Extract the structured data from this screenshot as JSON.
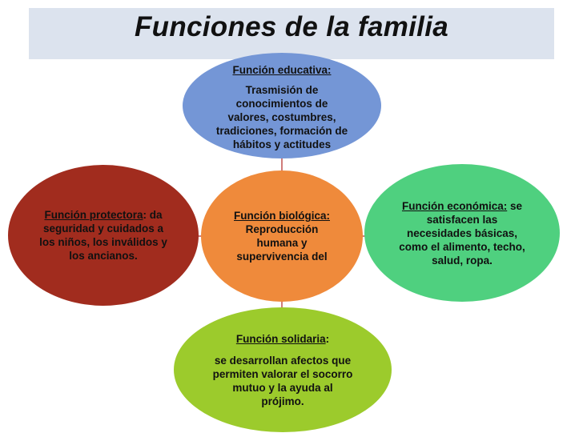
{
  "title": "Funciones de la familia",
  "colors": {
    "title_band": "#dce3ee",
    "educativa": "#7496d6",
    "biologica": "#ef8a3b",
    "solidaria": "#9ccb2c",
    "protectora": "#a12c1e",
    "economica": "#4fd07f",
    "connector": "#c0504d"
  },
  "nodes": {
    "educativa": {
      "heading": "Función educativa:",
      "lines": [
        "Trasmisión de",
        "conocimientos de",
        "valores, costumbres,",
        "tradiciones, formación de",
        "hábitos y actitudes"
      ]
    },
    "biologica": {
      "heading": "Función biológica:",
      "lines": [
        "Reproducción",
        "humana y",
        "supervivencia del"
      ]
    },
    "solidaria": {
      "heading": "Función solidaria",
      "heading_suffix": ":",
      "lines": [
        "se desarrollan afectos que",
        "permiten valorar el socorro",
        "mutuo y la ayuda al",
        "prójimo."
      ]
    },
    "protectora": {
      "heading": "Función protectora",
      "heading_suffix": ":  da",
      "lines": [
        "seguridad y cuidados a",
        "los niños, los inválidos y",
        "los ancianos."
      ]
    },
    "economica": {
      "heading": "Función económica:",
      "heading_suffix": " se",
      "lines": [
        "satisfacen las",
        "necesidades básicas,",
        "como el alimento, techo,",
        "salud, ropa."
      ]
    }
  }
}
